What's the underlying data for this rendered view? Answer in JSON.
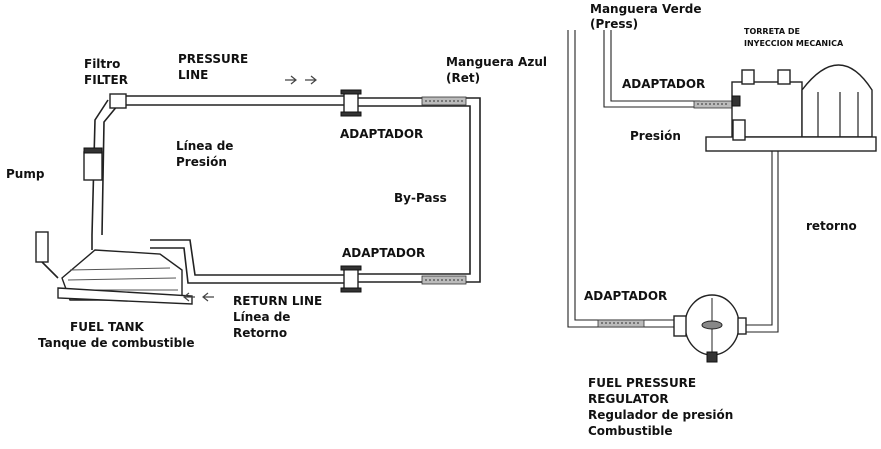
{
  "left_diagram": {
    "filter_label_es": "Filtro",
    "filter_label_en": "FILTER",
    "pressure_line_1": "PRESSURE",
    "pressure_line_2": "LINE",
    "linea_presion_1": "Línea de",
    "linea_presion_2": "Presión",
    "pump": "Pump",
    "adaptador_top": "ADAPTADOR",
    "adaptador_bottom": "ADAPTADOR",
    "bypass": "By-Pass",
    "return_line": "RETURN LINE",
    "linea_retorno_1": "Línea de",
    "linea_retorno_2": "Retorno",
    "fuel_tank": "FUEL TANK",
    "tanque": "Tanque de combustible"
  },
  "middle_labels": {
    "manguera_azul": "Manguera Azul",
    "ret": "(Ret)"
  },
  "right_diagram": {
    "manguera_verde": "Manguera Verde",
    "press": "(Press)",
    "torreta_1": "TORRETA DE",
    "torreta_2": "INYECCION MECANICA",
    "adaptador_top": "ADAPTADOR",
    "presion": "Presión",
    "retorno": "retorno",
    "adaptador_bottom": "ADAPTADOR",
    "regulator_1": "FUEL PRESSURE",
    "regulator_2": "REGULATOR",
    "regulador_es": "Regulador de presión",
    "combustible": "Combustible"
  }
}
